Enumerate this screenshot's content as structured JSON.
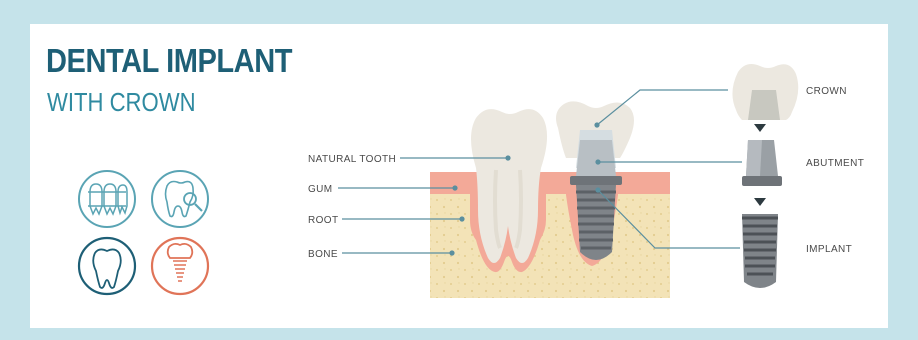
{
  "title": {
    "main": "DENTAL IMPLANT",
    "sub": "WITH CROWN"
  },
  "labels": {
    "natural_tooth": "NATURAL TOOTH",
    "gum": "GUM",
    "root": "ROOT",
    "bone": "BONE",
    "crown": "CROWN",
    "abutment": "ABUTMENT",
    "implant": "IMPLANT"
  },
  "icons": [
    {
      "name": "teeth-row-icon",
      "color": "#5aa4b4"
    },
    {
      "name": "tooth-magnifier-icon",
      "color": "#5aa4b4"
    },
    {
      "name": "molar-tooth-icon",
      "color": "#1e5f76"
    },
    {
      "name": "implant-tooth-icon",
      "color": "#e07458"
    }
  ],
  "colors": {
    "background": "#c5e3ea",
    "title_dark": "#1e5f76",
    "title_light": "#2f8aa0",
    "gum": "#f3a998",
    "bone": "#f3e3b7",
    "tooth": "#ece8e0",
    "metal": "#8c8f93",
    "leader_line": "#5b8f9f"
  }
}
